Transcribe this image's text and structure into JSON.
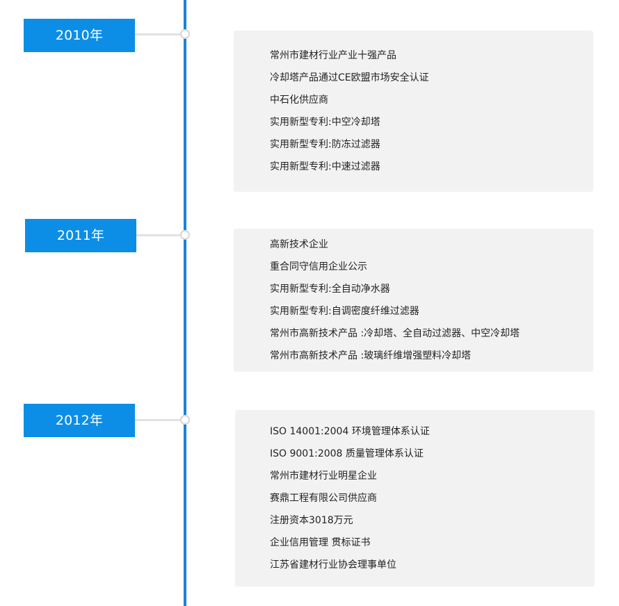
{
  "timeline": {
    "accent_color": "#0c8ee6",
    "line_color": "#1a82d8",
    "entries": [
      {
        "year": "2010年",
        "items": [
          "常州市建材行业产业十强产品",
          "冷却塔产品通过CE欧盟市场安全认证",
          "中石化供应商",
          "实用新型专利:中空冷却塔",
          "实用新型专利:防冻过滤器",
          "实用新型专利:中速过滤器"
        ]
      },
      {
        "year": "2011年",
        "items": [
          "高新技术企业",
          "重合同守信用企业公示",
          "实用新型专利:全自动净水器",
          "实用新型专利:自调密度纤维过滤器",
          "常州市高新技术产品 :冷却塔、全自动过滤器、中空冷却塔",
          "常州市高新技术产品 :玻璃纤维增强塑料冷却塔"
        ]
      },
      {
        "year": "2012年",
        "items": [
          "ISO 14001:2004 环境管理体系认证",
          "ISO 9001:2008 质量管理体系认证",
          "常州市建材行业明星企业",
          "赛鼎工程有限公司供应商",
          "注册资本3018万元",
          "企业信用管理 贯标证书",
          "江苏省建材行业协会理事单位"
        ]
      }
    ]
  }
}
